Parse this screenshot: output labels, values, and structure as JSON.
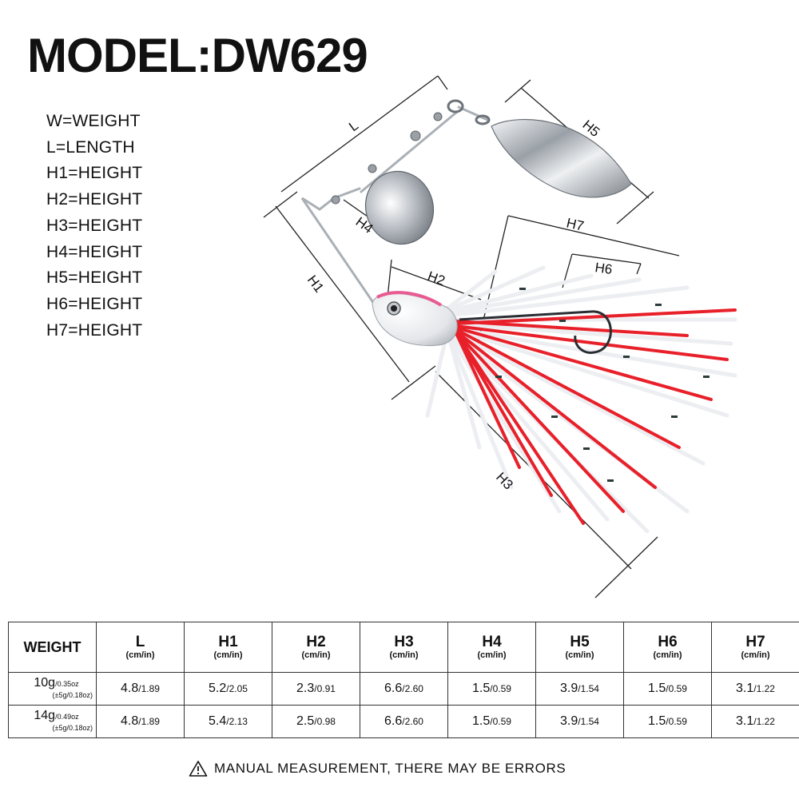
{
  "title": "MODEL:DW629",
  "legend": [
    "W=WEIGHT",
    "L=LENGTH",
    "H1=HEIGHT",
    "H2=HEIGHT",
    "H3=HEIGHT",
    "H4=HEIGHT",
    "H5=HEIGHT",
    "H6=HEIGHT",
    "H7=HEIGHT"
  ],
  "diagram": {
    "labels": {
      "L": "L",
      "H1": "H1",
      "H2": "H2",
      "H3": "H3",
      "H4": "H4",
      "H5": "H5",
      "H6": "H6",
      "H7": "H7"
    },
    "colors": {
      "skirt_red": "#e8202a",
      "skirt_white": "#f2f4f6",
      "blade_silver": "#c9ccd1",
      "line": "#222222"
    }
  },
  "table": {
    "weight_header": "WEIGHT",
    "unit": "(cm/in)",
    "columns": [
      "L",
      "H1",
      "H2",
      "H3",
      "H4",
      "H5",
      "H6",
      "H7"
    ],
    "rows": [
      {
        "weight": "10g",
        "weight_oz": "/0.35oz",
        "tolerance": "(±5g/0.18oz)",
        "values": [
          {
            "cm": "4.8",
            "inch": "/1.89"
          },
          {
            "cm": "5.2",
            "inch": "/2.05"
          },
          {
            "cm": "2.3",
            "inch": "/0.91"
          },
          {
            "cm": "6.6",
            "inch": "/2.60"
          },
          {
            "cm": "1.5",
            "inch": "/0.59"
          },
          {
            "cm": "3.9",
            "inch": "/1.54"
          },
          {
            "cm": "1.5",
            "inch": "/0.59"
          },
          {
            "cm": "3.1",
            "inch": "/1.22"
          }
        ]
      },
      {
        "weight": "14g",
        "weight_oz": "/0.49oz",
        "tolerance": "(±5g/0.18oz)",
        "values": [
          {
            "cm": "4.8",
            "inch": "/1.89"
          },
          {
            "cm": "5.4",
            "inch": "/2.13"
          },
          {
            "cm": "2.5",
            "inch": "/0.98"
          },
          {
            "cm": "6.6",
            "inch": "/2.60"
          },
          {
            "cm": "1.5",
            "inch": "/0.59"
          },
          {
            "cm": "3.9",
            "inch": "/1.54"
          },
          {
            "cm": "1.5",
            "inch": "/0.59"
          },
          {
            "cm": "3.1",
            "inch": "/1.22"
          }
        ]
      }
    ]
  },
  "warning": {
    "icon": "warning-triangle-icon",
    "text": "MANUAL MEASUREMENT, THERE MAY BE ERRORS"
  }
}
